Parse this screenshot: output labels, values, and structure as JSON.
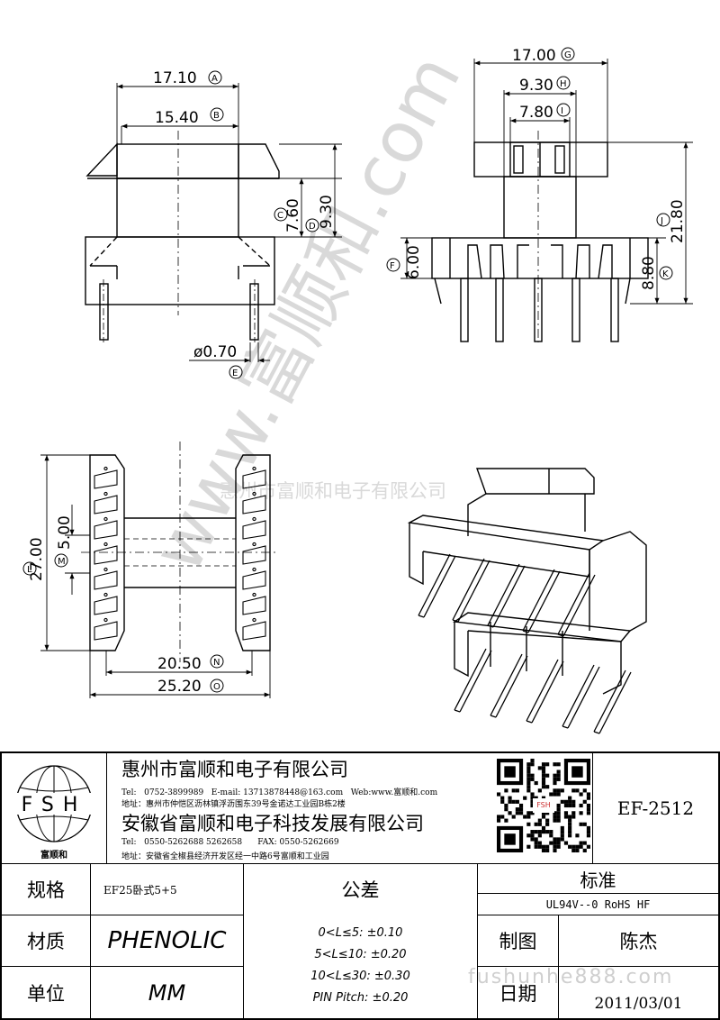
{
  "dimensions": {
    "A": {
      "value": "17.10",
      "mark": "A"
    },
    "B": {
      "value": "15.40",
      "mark": "B"
    },
    "C": {
      "value": "7.60",
      "mark": "C"
    },
    "D": {
      "value": "9.30",
      "mark": "D"
    },
    "E": {
      "value": "ø0.70",
      "mark": "E"
    },
    "F": {
      "value": "6.00",
      "mark": "F"
    },
    "G": {
      "value": "17.00",
      "mark": "G"
    },
    "H": {
      "value": "9.30",
      "mark": "H"
    },
    "I": {
      "value": "7.80",
      "mark": "I"
    },
    "J": {
      "value": "21.80",
      "mark": "J"
    },
    "K": {
      "value": "8.80",
      "mark": "K"
    },
    "L": {
      "value": "27.00",
      "mark": "L"
    },
    "M": {
      "value": "5.00",
      "mark": "M"
    },
    "N": {
      "value": "20.50",
      "mark": "N"
    },
    "O": {
      "value": "25.20",
      "mark": "O"
    }
  },
  "watermark": {
    "diagonal": "www.富顺和.com",
    "company_line": "惠州市富顺和电子有限公司"
  },
  "title_block": {
    "logo": {
      "letters": "FSH",
      "caption": "富顺和"
    },
    "company1": {
      "name": "惠州市富顺和电子有限公司",
      "tel_label": "Tel:",
      "tel": "0752-3899989",
      "email": "E-mail: 13713878448@163.com",
      "web": "Web:www.富顺和.com",
      "address": "地址：惠州市仲恺区沥林镇浮沥围东39号金诺达工业园B栋2楼"
    },
    "company2": {
      "name": "安徽省富顺和电子科技发展有限公司",
      "tel_label": "Tel:",
      "tel": "0550-5262688  5262658",
      "fax": "FAX: 0550-5262669",
      "address": "地址：安徽省全椒县经济开发区经一中路6号富顺和工业园"
    },
    "qr_label": "FSH",
    "part_number": "EF-2512",
    "spec_label": "规格",
    "spec_value": "EF25卧式5+5",
    "material_label": "材质",
    "material_value": "PHENOLIC",
    "unit_label": "单位",
    "unit_value": "MM",
    "tolerance_label": "公差",
    "tolerances": [
      "0<L≤5: ±0.10",
      "5<L≤10: ±0.20",
      "10<L≤30: ±0.30",
      "PIN Pitch: ±0.20"
    ],
    "standard_label": "标准",
    "standard_value": "UL94V--0  RoHS HF",
    "drawn_label": "制图",
    "drawn_by": "陈杰",
    "date_label": "日期",
    "date": "2011/03/01",
    "website_watermark": "fushunhe888.com"
  }
}
